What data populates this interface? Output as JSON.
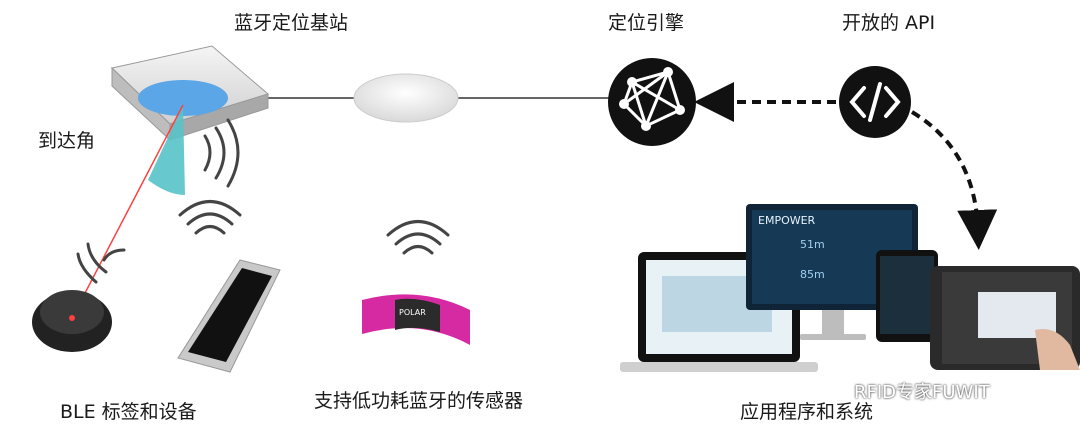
{
  "labels": {
    "base_station": "蓝牙定位基站",
    "aoa": "到达角",
    "engine": "定位引擎",
    "api": "开放的 API",
    "tags": "BLE 标签和设备",
    "sensors": "支持低功耗蓝牙的传感器",
    "apps": "应用程序和系统"
  },
  "screen_text": {
    "empower_logo": "EMPOWER",
    "metric_a": "51m",
    "metric_b": "85m",
    "strap_brand": "POLAR"
  },
  "watermark": "RFID专家FUWIT",
  "colors": {
    "accent_blue": "#5aa6e6",
    "aoa_teal": "#57c3c8",
    "laser_red": "#ff4040",
    "magenta": "#d62aa3",
    "icon_dark": "#111111"
  },
  "icons": [
    "wifi-signal-icon",
    "network-graph-icon",
    "code-icon",
    "wechat-icon"
  ]
}
